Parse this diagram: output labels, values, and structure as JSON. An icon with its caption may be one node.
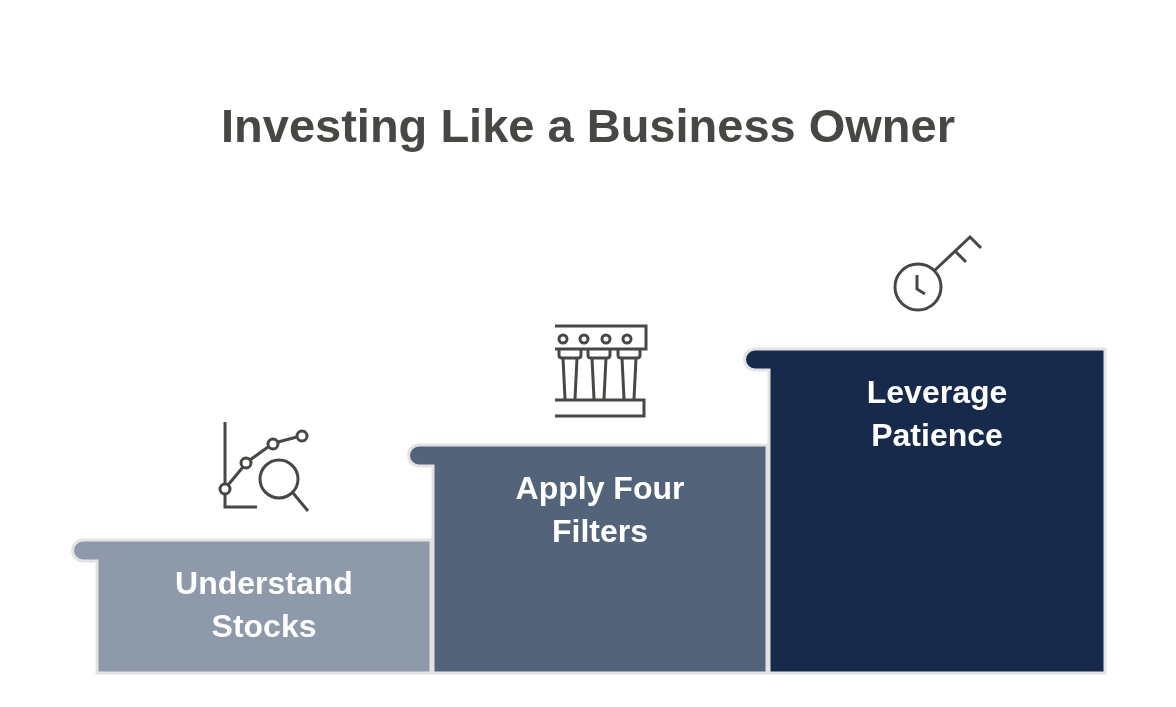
{
  "diagram": {
    "title": "Investing Like a Business Owner",
    "nodes": [
      {
        "text": [
          "Understand Stocks"
        ]
      },
      {
        "text": [
          "Apply Four Filters"
        ]
      },
      {
        "text": [
          "Leverage Patience"
        ]
      }
    ]
  }
}
